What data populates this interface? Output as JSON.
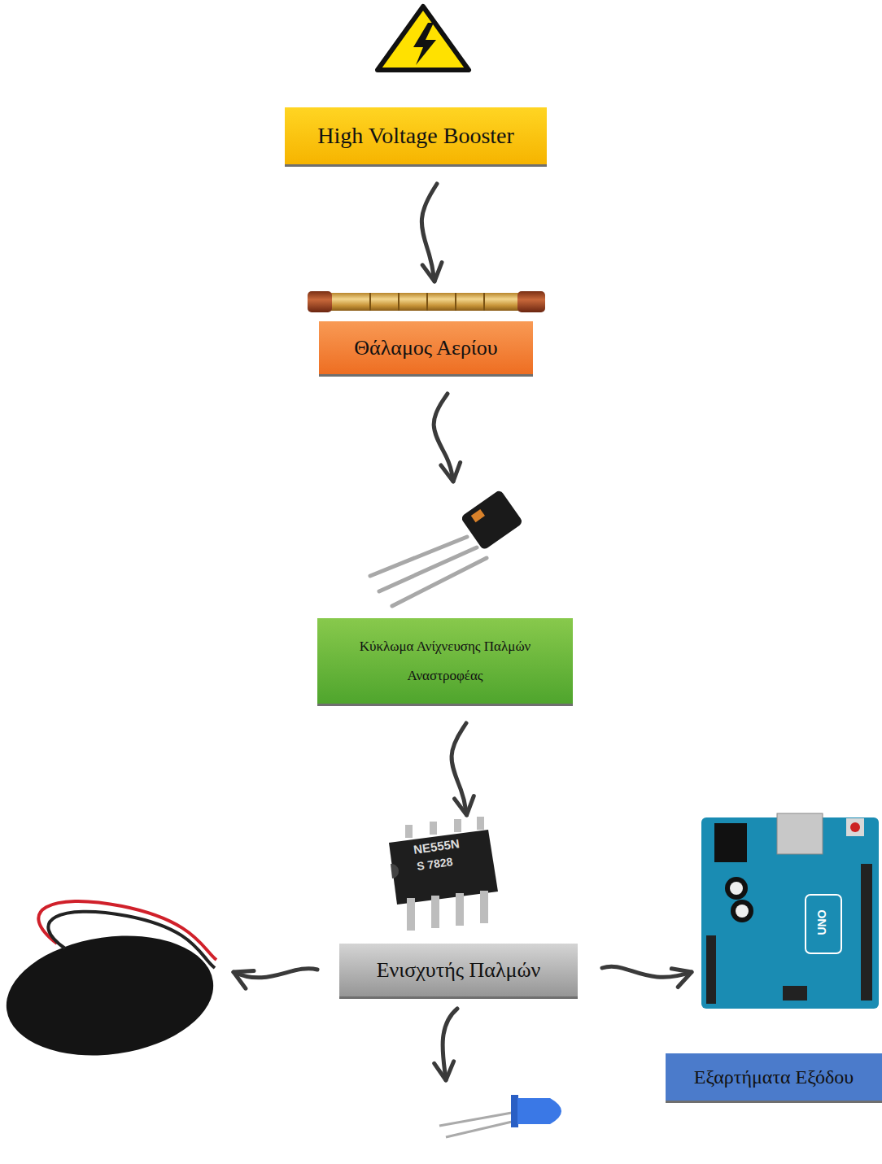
{
  "diagram": {
    "nodes": [
      {
        "text": [
          "High Voltage Booster"
        ]
      },
      {
        "text": [
          "Θάλαμος Αερίου"
        ]
      },
      {
        "text": [
          "Κύκλωμα Ανίχνευσης Παλμών Αναστροφέας"
        ]
      },
      {
        "text": [
          "Ενισχυτής Παλμών"
        ]
      },
      {
        "text": [
          "Εξαρτήματα Εξόδου"
        ]
      }
    ],
    "edges": [
      {
        "from": 0,
        "to": 1,
        "arrow": "to"
      },
      {
        "from": 1,
        "to": 2,
        "arrow": "to"
      },
      {
        "from": 2,
        "to": 3,
        "arrow": "to"
      }
    ],
    "labels": [
      "NE555N",
      "S 7828",
      "UNO"
    ]
  }
}
